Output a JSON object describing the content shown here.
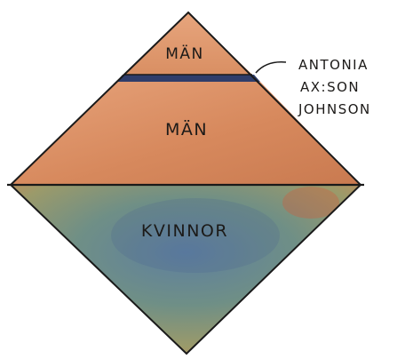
{
  "diagram": {
    "sections": [
      {
        "id": "top",
        "label": "MÄN"
      },
      {
        "id": "middle",
        "label": "MÄN"
      },
      {
        "id": "bottom",
        "label": "KVINNOR"
      }
    ],
    "annotation": {
      "lines": [
        "ANTONIA",
        "AX:SON",
        "JOHNSON"
      ]
    },
    "colors": {
      "top_fill": "#e0956a",
      "middle_fill": "#d9905f",
      "bottom_fill": "#6f8f86",
      "stripe": "#2f3d6a",
      "outline": "#1a1a1a"
    }
  }
}
